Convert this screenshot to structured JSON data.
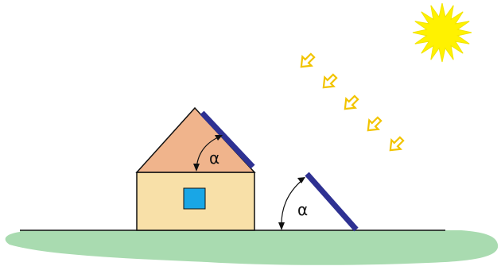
{
  "labels": {
    "roof_angle": "α",
    "ground_angle": "α"
  },
  "icons": [
    "sun-icon",
    "sunray-arrow-icon"
  ],
  "colors": {
    "sun": "#FFF200",
    "sun_stroke": "#F2E400",
    "ray_stroke": "#F2C400",
    "ray_fill": "#FFFFFF",
    "roof": "#F0B48C",
    "wall": "#F8E0A8",
    "window": "#19A6E6",
    "panel": "#2E3192",
    "ground": "#A9DBB0",
    "outline": "#111111"
  },
  "sunrays": 5
}
